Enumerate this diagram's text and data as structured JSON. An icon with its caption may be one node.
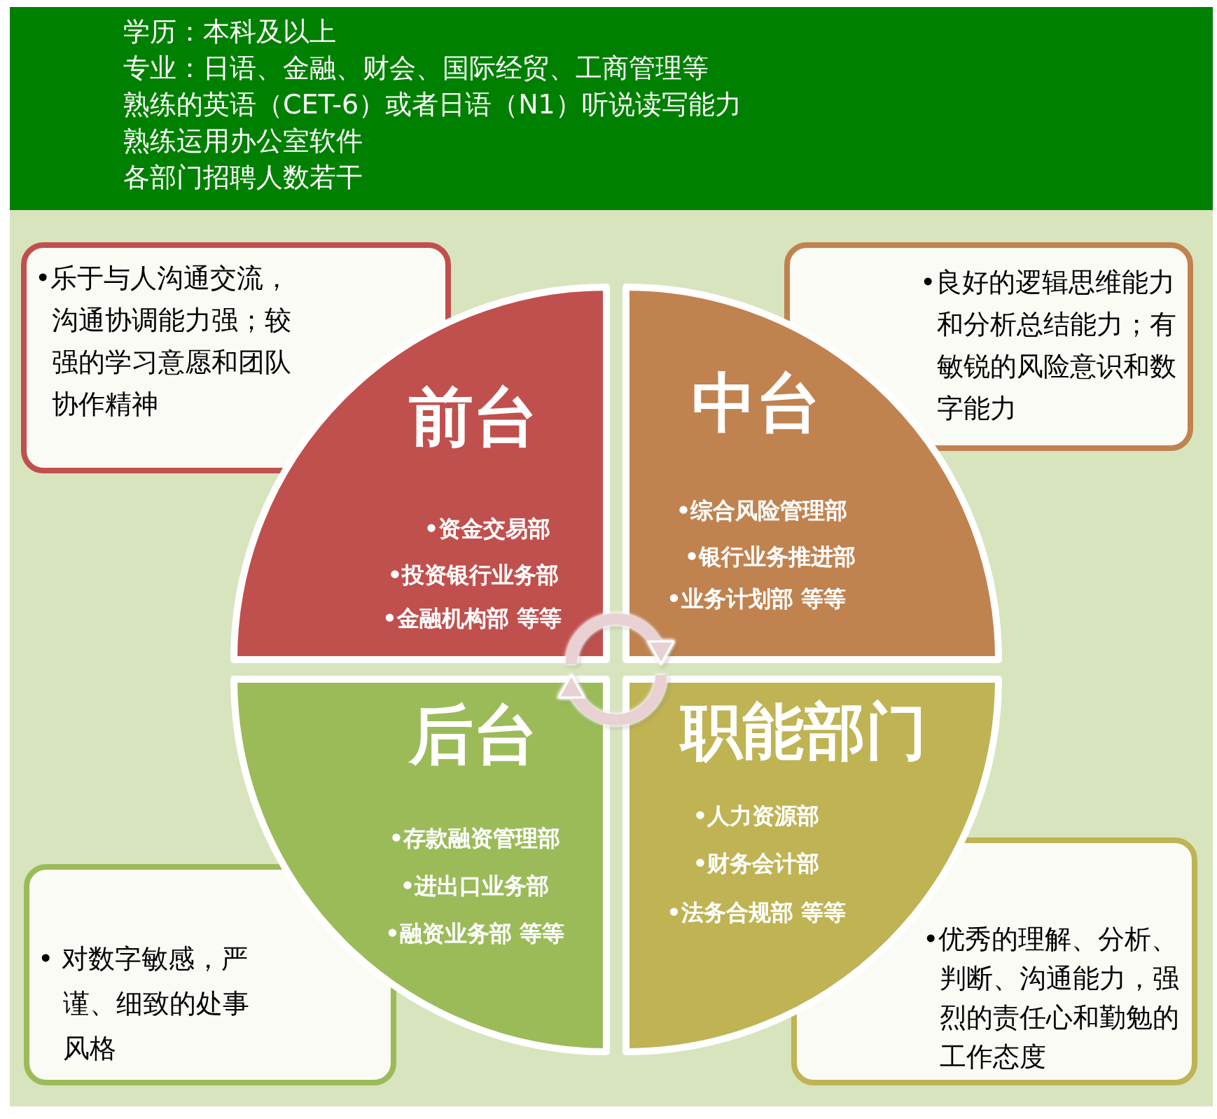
{
  "diagram": {
    "nodes": [
      {
        "text": [
          "学历：本科及以上",
          "专业：日语、金融、财会、国际经贸、工商管理等",
          "熟练的英语（CET-6）或者日语（N1）听说读写能力",
          "熟练运用办公室软件",
          "各部门招聘人数若干"
        ]
      },
      {
        "text": [
          "•乐于与人沟通交流，沟通协调能力强；较强的学习意愿和团队协作精神"
        ]
      },
      {
        "text": [
          "•良好的逻辑思维能力和分析总结能力；有敏锐的风险意识和数字能力"
        ]
      },
      {
        "text": [
          "前台",
          "•资金交易部",
          "•投资银行业务部",
          "•金融机构部 等等"
        ]
      },
      {
        "text": [
          "中台",
          "•综合风险管理部",
          "•银行业务推进部",
          "•业务计划部 等等"
        ]
      },
      {
        "text": [
          "后台",
          "•存款融资管理部",
          "•进出口业务部",
          "•融资业务部 等等"
        ]
      },
      {
        "text": [
          "职能部门",
          "•人力资源部",
          "•财务会计部",
          "•法务合规部 等等"
        ]
      },
      {
        "text": [
          "• 对数字敏感，严谨、细致的处事风格"
        ]
      },
      {
        "text": [
          "•优秀的理解、分析、判断、沟通能力，强烈的责任心和勤勉的工作态度"
        ]
      }
    ],
    "edges": [
      {
        "from": 3,
        "to": 4,
        "arrow": "to"
      },
      {
        "from": 6,
        "to": 5,
        "arrow": "to"
      }
    ]
  }
}
